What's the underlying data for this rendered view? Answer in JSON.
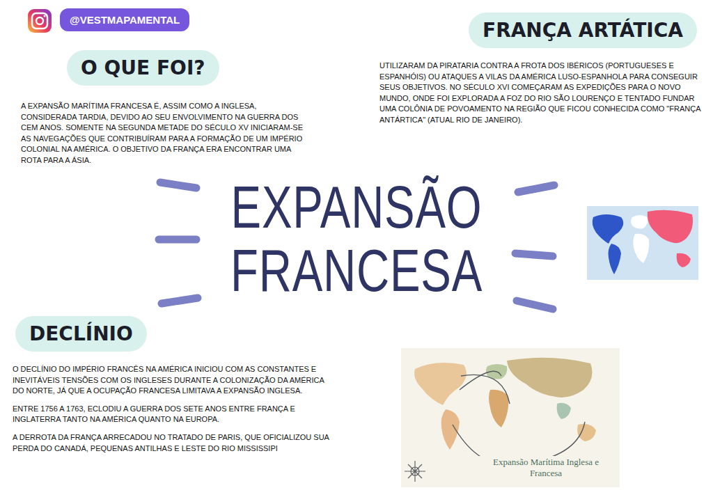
{
  "diagram": {
    "title": "EXPANSÃO FRANCESA",
    "nodes": [
      {
        "text": [
          "@VESTMAPAMENTAL"
        ]
      },
      {
        "text": [
          "O QUE FOI?",
          "A EXPANSÃO MARÍTIMA FRANCESA É, ASSIM COMO A INGLESA, CONSIDERADA TARDIA, DEVIDO AO SEU ENVOLVIMENTO NA GUERRA DOS CEM ANOS. SOMENTE NA SEGUNDA METADE DO SÉCULO XV INICIARAM-SE AS NAVEGAÇÕES QUE CONTRIBUÍRAM PARA A FORMAÇÃO DE UM IMPÉRIO COLONIAL NA AMÉRICA. O OBJETIVO DA FRANÇA ERA ENCONTRAR UMA ROTA PARA A ÁSIA."
        ]
      },
      {
        "text": [
          "FRANÇA ARTÁTICA",
          "UTILIZARAM DA PIRATARIA CONTRA A FROTA DOS IBÉRICOS (PORTUGUESES E ESPANHÓIS) OU ATAQUES A VILAS DA AMÉRICA LUSO-ESPANHOLA PARA CONSEGUIR SEUS OBJETIVOS. NO SÉCULO XVI COMEÇARAM AS EXPEDIÇÕES PARA O NOVO MUNDO, ONDE FOI EXPLORADA A FOZ DO RIO SÃO LOURENÇO E TENTADO FUNDAR UMA COLÔNIA DE POVOAMENTO NA REGIÃO QUE FICOU CONHECIDA COMO \"FRANÇA ANTÁRTICA\" (ATUAL RIO DE JANEIRO)."
        ]
      },
      {
        "text": [
          "DECLÍNIO",
          "O DECLÍNIO DO IMPÉRIO FRANCÊS NA AMÉRICA INICIOU COM AS CONSTANTES E INEVITÁVEIS TENSÕES COM OS INGLESES DURANTE A COLONIZAÇÃO DA AMÉRICA DO NORTE, JÁ QUE A OCUPAÇÃO FRANCESA LIMITAVA A EXPANSÃO INGLESA.",
          "ENTRE 1756 A 1763, ECLODIU A GUERRA DOS SETE ANOS ENTRE FRANÇA E INGLATERRA TANTO NA AMÉRICA QUANTO NA EUROPA.",
          "A DERROTA DA FRANÇA ARRECADOU NO TRATADO DE PARIS, QUE OFICIALIZOU SUA PERDA DO CANADÁ, PEQUENAS ANTILHAS E LESTE DO RIO MISSISSIPI"
        ]
      }
    ],
    "labels": [
      "Expansão Marítima Inglesa e Francesa"
    ]
  }
}
